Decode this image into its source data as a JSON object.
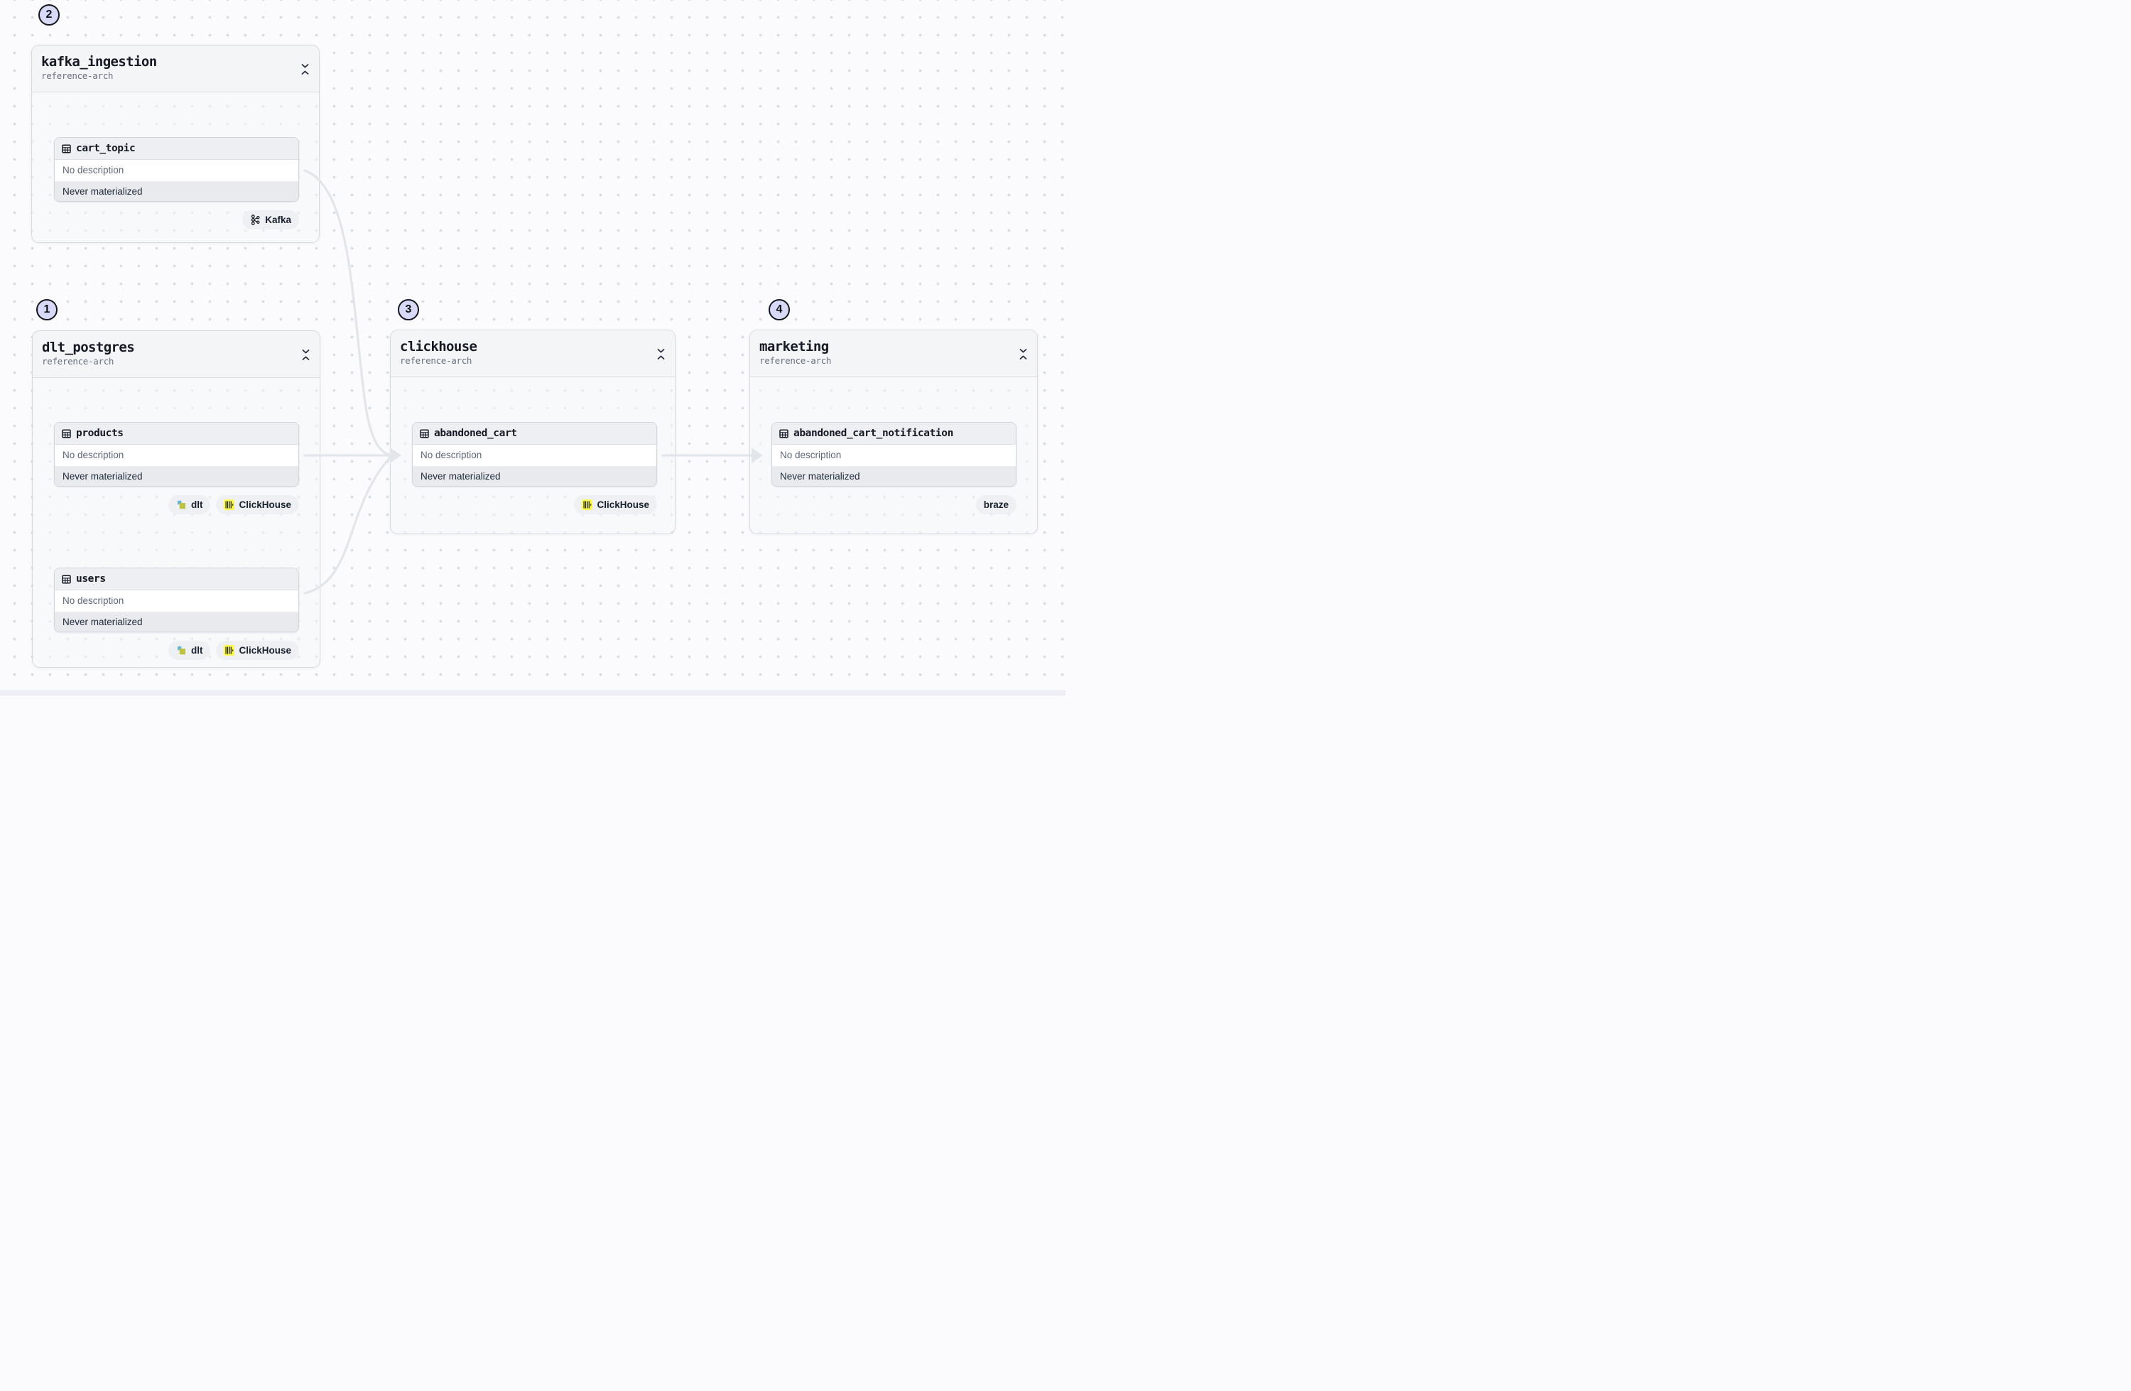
{
  "canvas": {
    "description": "asset-lineage-graph",
    "shared_description": "No description",
    "shared_status": "Never materialized"
  },
  "colors": {
    "edge": "#e2e5ea",
    "marker_fill": "#d8d9f7",
    "group_header_bg": "#f4f5f7",
    "asset_header_bg": "#edeff2",
    "clickhouse_yellow": "#f9f94f",
    "dlt_blue": "#6ab5d4",
    "dlt_olive": "#bcc13e"
  },
  "groups": [
    {
      "name": "kafka_ingestion",
      "subtitle": "reference-arch",
      "marker": "2",
      "assets": [
        {
          "name": "cart_topic",
          "icon": "table-icon",
          "description": "No description",
          "status": "Never materialized",
          "tags": [
            {
              "label": "Kafka",
              "icon": "kafka-icon"
            }
          ]
        }
      ]
    },
    {
      "name": "dlt_postgres",
      "subtitle": "reference-arch",
      "marker": "1",
      "assets": [
        {
          "name": "products",
          "icon": "table-icon",
          "description": "No description",
          "status": "Never materialized",
          "tags": [
            {
              "label": "dlt",
              "icon": "dlt-icon"
            },
            {
              "label": "ClickHouse",
              "icon": "clickhouse-icon"
            }
          ]
        },
        {
          "name": "users",
          "icon": "table-icon",
          "description": "No description",
          "status": "Never materialized",
          "tags": [
            {
              "label": "dlt",
              "icon": "dlt-icon"
            },
            {
              "label": "ClickHouse",
              "icon": "clickhouse-icon"
            }
          ]
        }
      ]
    },
    {
      "name": "clickhouse",
      "subtitle": "reference-arch",
      "marker": "3",
      "assets": [
        {
          "name": "abandoned_cart",
          "icon": "table-icon",
          "description": "No description",
          "status": "Never materialized",
          "tags": [
            {
              "label": "ClickHouse",
              "icon": "clickhouse-icon"
            }
          ]
        }
      ]
    },
    {
      "name": "marketing",
      "subtitle": "reference-arch",
      "marker": "4",
      "assets": [
        {
          "name": "abandoned_cart_notification",
          "icon": "table-icon",
          "description": "No description",
          "status": "Never materialized",
          "tags": [
            {
              "label": "braze"
            }
          ]
        }
      ]
    }
  ]
}
